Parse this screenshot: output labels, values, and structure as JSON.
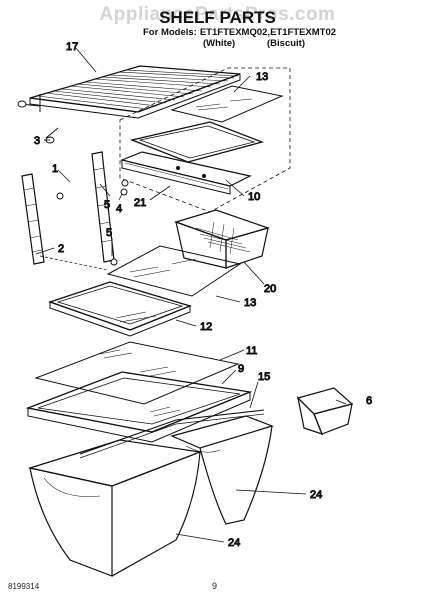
{
  "header": {
    "watermark": "AppliancePartsPros.com",
    "title": "SHELF PARTS",
    "models_label": "For Models:",
    "model_1": "ET1FTEXMQ02,",
    "model_2": "ET1FTEXMT02",
    "variant_1": "(White)",
    "variant_2": "(Biscuit)"
  },
  "callouts": [
    "17",
    "13",
    "3",
    "1",
    "5",
    "4",
    "21",
    "10",
    "2",
    "5",
    "20",
    "13",
    "12",
    "11",
    "9",
    "15",
    "6",
    "24",
    "24"
  ],
  "footer": {
    "doc_number": "8199314",
    "page_number": "9"
  }
}
